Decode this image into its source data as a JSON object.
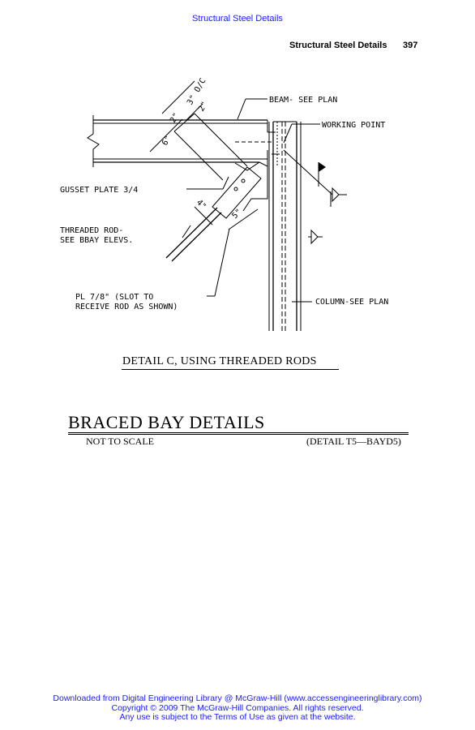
{
  "header": {
    "top_link": "Structural Steel Details",
    "running_head": "Structural Steel Details",
    "page_number": "397"
  },
  "drawing": {
    "labels": {
      "beam": "BEAM- SEE PLAN",
      "working_point": "WORKING POINT",
      "gusset_plate": "GUSSET PLATE 3/4",
      "threaded_rod_1": "THREADED ROD-",
      "threaded_rod_2": "SEE BBAY ELEVS.",
      "pl_1": "PL 7/8\" (SLOT TO",
      "pl_2": "RECEIVE ROD AS SHOWN)",
      "column": "COLUMN-SEE PLAN"
    },
    "dims": {
      "d1": "3\" O/C",
      "d2": "2\"",
      "d3": "2\"",
      "d4": "6\"",
      "d5": "4\"",
      "d6": "5\""
    }
  },
  "caption": "DETAIL C, USING THREADED RODS",
  "title": {
    "main": "BRACED BAY DETAILS",
    "scale": "NOT TO SCALE",
    "ref": "(DETAIL T5—BAYD5)"
  },
  "footer": {
    "line1": "Downloaded from Digital Engineering Library @ McGraw-Hill (www.accessengineeringlibrary.com)",
    "line2": "Copyright © 2009 The McGraw-Hill Companies. All rights reserved.",
    "line3": "Any use is subject to the Terms of Use as given at the website."
  }
}
